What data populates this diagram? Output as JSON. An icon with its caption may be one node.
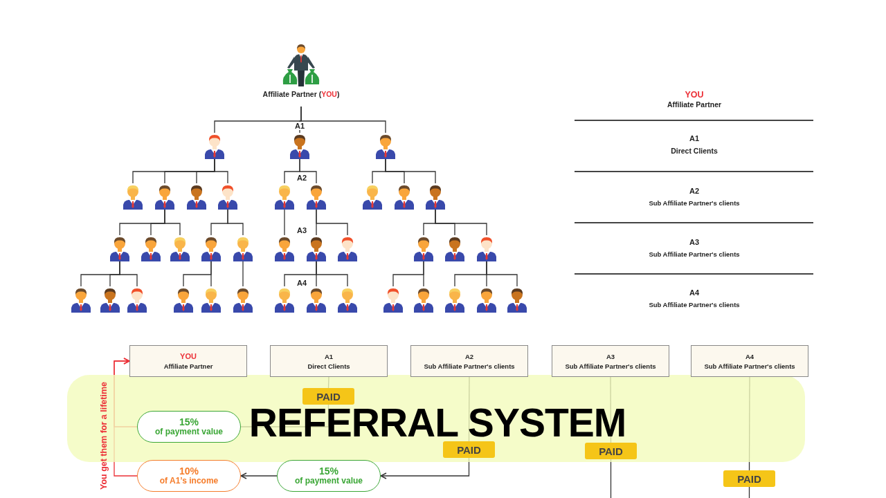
{
  "diagram": {
    "title": "REFERRAL SYSTEM",
    "nodes": [
      {
        "text": [
          "Affiliate Partner (**YOU**)"
        ]
      },
      {
        "text": [],
        "shape": "person"
      },
      {
        "text": [],
        "shape": "person"
      },
      {
        "text": [],
        "shape": "person"
      },
      {
        "text": [],
        "shape": "person"
      },
      {
        "text": [],
        "shape": "person"
      },
      {
        "text": [],
        "shape": "person"
      },
      {
        "text": [],
        "shape": "person"
      },
      {
        "text": [],
        "shape": "person"
      },
      {
        "text": [],
        "shape": "person"
      },
      {
        "text": [],
        "shape": "person"
      },
      {
        "text": [],
        "shape": "person"
      },
      {
        "text": [],
        "shape": "person"
      },
      {
        "text": [],
        "shape": "person"
      },
      {
        "text": [],
        "shape": "person"
      },
      {
        "text": [],
        "shape": "person"
      },
      {
        "text": [],
        "shape": "person"
      },
      {
        "text": [],
        "shape": "person"
      },
      {
        "text": [],
        "shape": "person"
      },
      {
        "text": [],
        "shape": "person"
      },
      {
        "text": [],
        "shape": "person"
      },
      {
        "text": [],
        "shape": "person"
      },
      {
        "text": [],
        "shape": "person"
      },
      {
        "text": [],
        "shape": "person"
      },
      {
        "text": [],
        "shape": "person"
      },
      {
        "text": [],
        "shape": "person"
      },
      {
        "text": [],
        "shape": "person"
      },
      {
        "text": [],
        "shape": "person"
      },
      {
        "text": [],
        "shape": "person"
      },
      {
        "text": [],
        "shape": "person"
      },
      {
        "text": [],
        "shape": "person"
      },
      {
        "text": [],
        "shape": "person"
      },
      {
        "text": [],
        "shape": "person"
      },
      {
        "text": [],
        "shape": "person"
      },
      {
        "text": [],
        "shape": "person"
      },
      {
        "text": [],
        "shape": "person"
      },
      {
        "text": [],
        "shape": "person"
      },
      {
        "text": [],
        "shape": "person"
      },
      {
        "text": [
          "YOU",
          "Affiliate Partner"
        ]
      },
      {
        "text": [
          "A1",
          "Direct Clients"
        ]
      },
      {
        "text": [
          "A2",
          "Sub Affiliate Partner's clients"
        ]
      },
      {
        "text": [
          "A3",
          "Sub Affiliate Partner's clients"
        ]
      },
      {
        "text": [
          "A4",
          "Sub Affiliate Partner's clients"
        ]
      },
      {
        "text": [
          "PAID"
        ]
      },
      {
        "text": [
          "PAID"
        ]
      },
      {
        "text": [
          "PAID"
        ]
      },
      {
        "text": [
          "PAID"
        ]
      },
      {
        "text": [
          "15%",
          "of payment value"
        ]
      },
      {
        "text": [
          "10%",
          "of A1’s income"
        ]
      },
      {
        "text": [
          "15%",
          "of payment value"
        ]
      }
    ],
    "edges": [
      {
        "from": 0,
        "to": 1,
        "arrow": "none"
      },
      {
        "from": 0,
        "to": 2,
        "arrow": "none"
      },
      {
        "from": 0,
        "to": 3,
        "arrow": "none"
      },
      {
        "from": 1,
        "to": 4,
        "arrow": "none"
      },
      {
        "from": 1,
        "to": 5,
        "arrow": "none"
      },
      {
        "from": 1,
        "to": 6,
        "arrow": "none"
      },
      {
        "from": 1,
        "to": 7,
        "arrow": "none"
      },
      {
        "from": 2,
        "to": 8,
        "arrow": "none"
      },
      {
        "from": 2,
        "to": 9,
        "arrow": "none"
      },
      {
        "from": 3,
        "to": 10,
        "arrow": "none"
      },
      {
        "from": 3,
        "to": 11,
        "arrow": "none"
      },
      {
        "from": 3,
        "to": 12,
        "arrow": "none"
      },
      {
        "from": 5,
        "to": 13,
        "arrow": "none"
      },
      {
        "from": 5,
        "to": 14,
        "arrow": "none"
      },
      {
        "from": 5,
        "to": 15,
        "arrow": "none"
      },
      {
        "from": 7,
        "to": 16,
        "arrow": "none"
      },
      {
        "from": 7,
        "to": 17,
        "arrow": "none"
      },
      {
        "from": 8,
        "to": 18,
        "arrow": "none"
      },
      {
        "from": 9,
        "to": 19,
        "arrow": "none"
      },
      {
        "from": 9,
        "to": 20,
        "arrow": "none"
      },
      {
        "from": 12,
        "to": 21,
        "arrow": "none"
      },
      {
        "from": 12,
        "to": 22,
        "arrow": "none"
      },
      {
        "from": 12,
        "to": 23,
        "arrow": "none"
      },
      {
        "from": 13,
        "to": 24,
        "arrow": "none"
      },
      {
        "from": 13,
        "to": 25,
        "arrow": "none"
      },
      {
        "from": 13,
        "to": 26,
        "arrow": "none"
      },
      {
        "from": 16,
        "to": 27,
        "arrow": "none"
      },
      {
        "from": 16,
        "to": 28,
        "arrow": "none"
      },
      {
        "from": 17,
        "to": 29,
        "arrow": "none"
      },
      {
        "from": 19,
        "to": 30,
        "arrow": "none"
      },
      {
        "from": 19,
        "to": 31,
        "arrow": "none"
      },
      {
        "from": 19,
        "to": 32,
        "arrow": "none"
      },
      {
        "from": 21,
        "to": 33,
        "arrow": "none"
      },
      {
        "from": 21,
        "to": 34,
        "arrow": "none"
      },
      {
        "from": 23,
        "to": 35,
        "arrow": "none"
      },
      {
        "from": 23,
        "to": 36,
        "arrow": "none"
      },
      {
        "from": 23,
        "to": 37,
        "arrow": "none"
      },
      {
        "from": 39,
        "to": 43,
        "arrow": "none"
      },
      {
        "from": 43,
        "to": 47,
        "arrow": "none"
      },
      {
        "from": 40,
        "to": 44,
        "arrow": "none"
      },
      {
        "from": 44,
        "to": 49,
        "arrow": "to"
      },
      {
        "from": 49,
        "to": 48,
        "arrow": "to"
      },
      {
        "from": 41,
        "to": 45,
        "arrow": "none"
      },
      {
        "from": 45,
        "to": null,
        "arrow": "none"
      },
      {
        "from": 42,
        "to": 46,
        "arrow": "none"
      },
      {
        "from": 46,
        "to": null,
        "arrow": "none"
      },
      {
        "from": 48,
        "to": 38,
        "arrow": "to",
        "color": "#ec2f36"
      },
      {
        "from": 47,
        "to": 38,
        "arrow": "to",
        "color": "#ec2f36"
      }
    ],
    "labels": [
      "A1",
      "A2",
      "A3",
      "A4",
      "YOU",
      "Affiliate Partner",
      "A1",
      "Direct Clients",
      "A2",
      "Sub Affiliate Partner's clients",
      "A3",
      "Sub Affiliate Partner's clients",
      "A4",
      "Sub Affiliate Partner's clients",
      "You get them for a lifetime"
    ]
  }
}
